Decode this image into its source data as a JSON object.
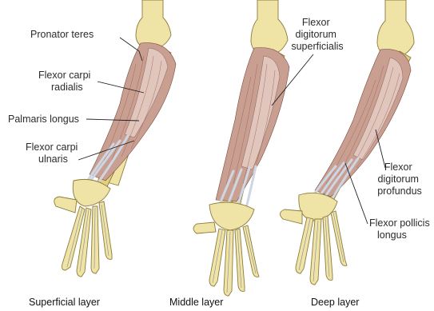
{
  "layers": [
    {
      "caption": "Superficial layer",
      "labels": [
        "Pronator teres",
        "Flexor carpi radialis",
        "Palmaris longus",
        "Flexor carpi ulnaris"
      ]
    },
    {
      "caption": "Middle layer",
      "labels": [
        "Flexor digitorum superficialis"
      ]
    },
    {
      "caption": "Deep layer",
      "labels": [
        "Flexor digitorum profundus",
        "Flexor pollicis longus"
      ]
    }
  ]
}
